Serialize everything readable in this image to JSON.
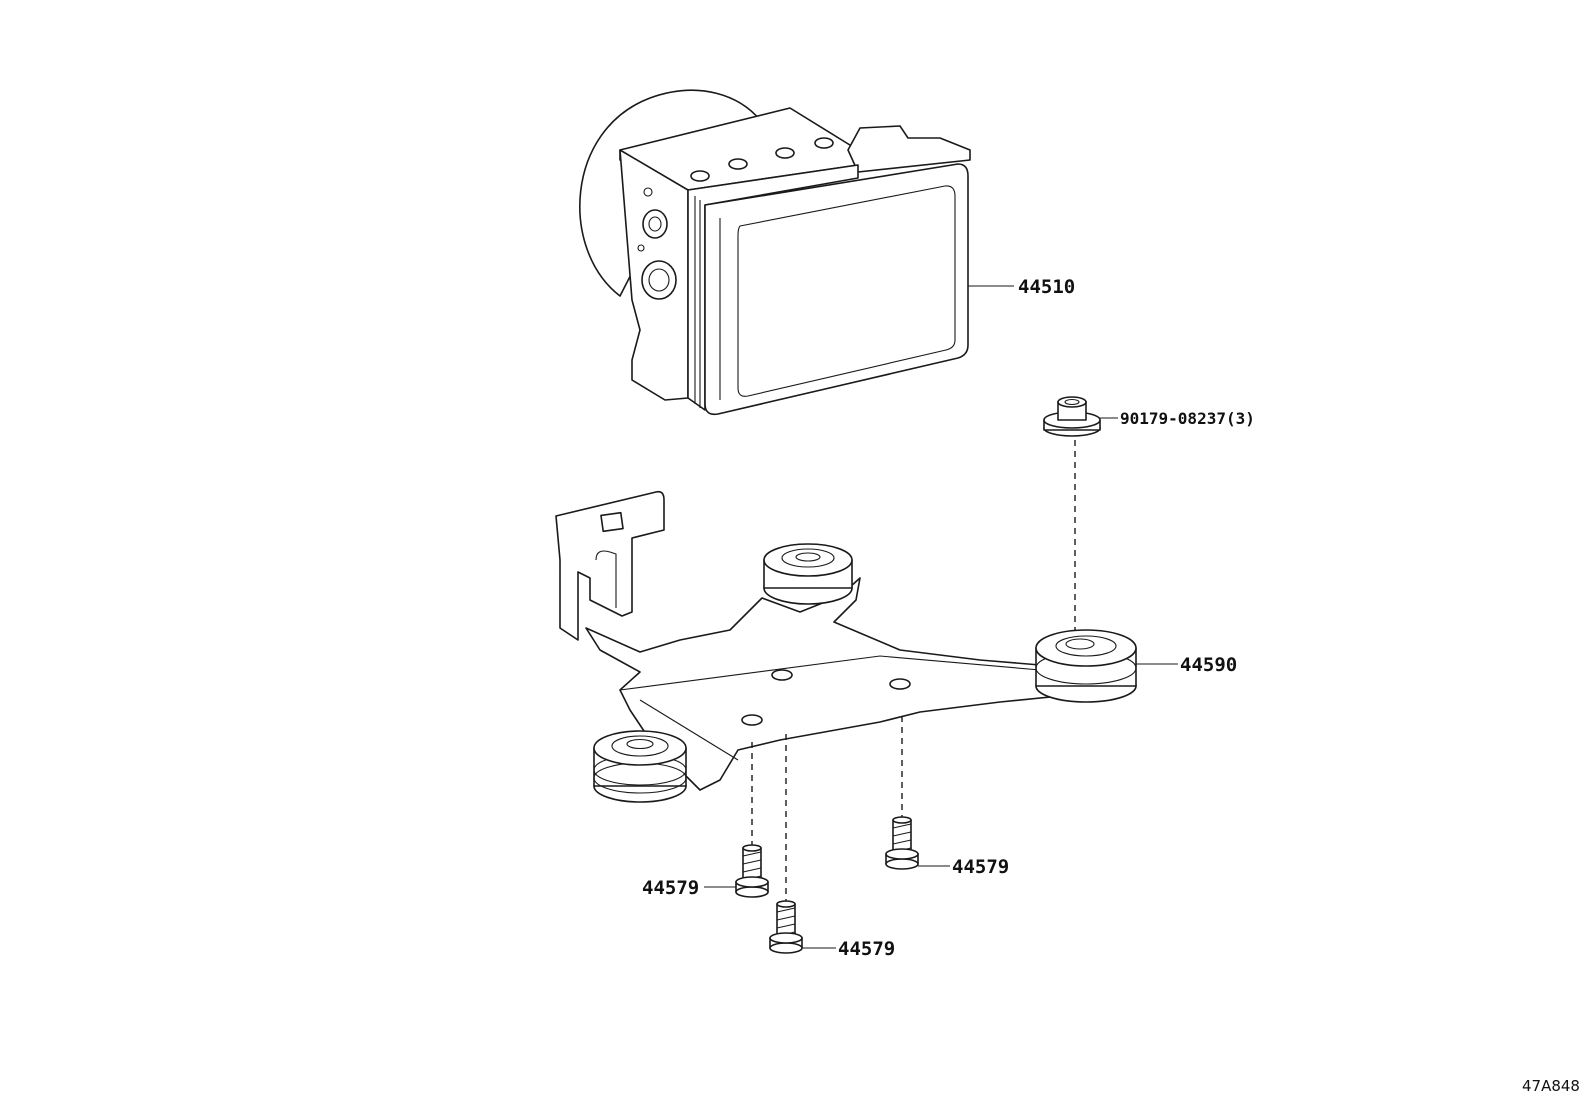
{
  "parts": {
    "actuator": {
      "number": "44510"
    },
    "nut": {
      "number": "90179-08237(3)"
    },
    "bracket": {
      "number": "44590"
    },
    "bolt_left": {
      "number": "44579"
    },
    "bolt_right": {
      "number": "44579"
    },
    "bolt_bottom": {
      "number": "44579"
    }
  },
  "figure_code": "47A848"
}
